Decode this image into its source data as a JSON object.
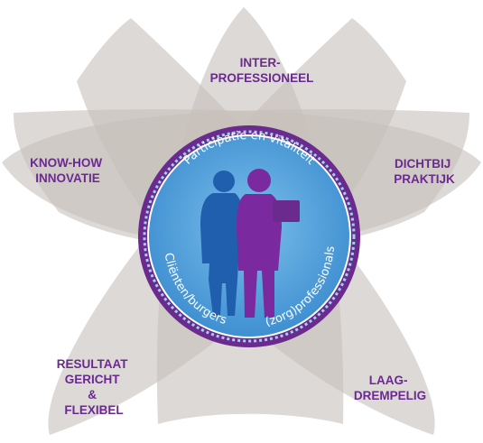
{
  "labels": {
    "top": [
      "INTER-",
      "PROFESSIONEEL"
    ],
    "left_upper": [
      "KNOW-HOW",
      "INNOVATIE"
    ],
    "right_upper": [
      "DICHTBIJ",
      "PRAKTIJK"
    ],
    "left_lower": [
      "RESULTAAT",
      "GERICHT",
      "&",
      "FLEXIBEL"
    ],
    "right_lower": [
      "LAAG-",
      "DREMPELIG"
    ]
  },
  "center": {
    "top_text": "Participatie en vitaliteit",
    "left_text": "Cliënten/burgers",
    "right_text": "(zorg)professionals"
  },
  "colors": {
    "petal": "#c7bfba",
    "label": "#6a2a8e",
    "ring_outer": "#6a2a8e",
    "circle_fill": "#5aa6dc",
    "person_left": "#1f5fae",
    "person_right": "#7a2a9e"
  }
}
